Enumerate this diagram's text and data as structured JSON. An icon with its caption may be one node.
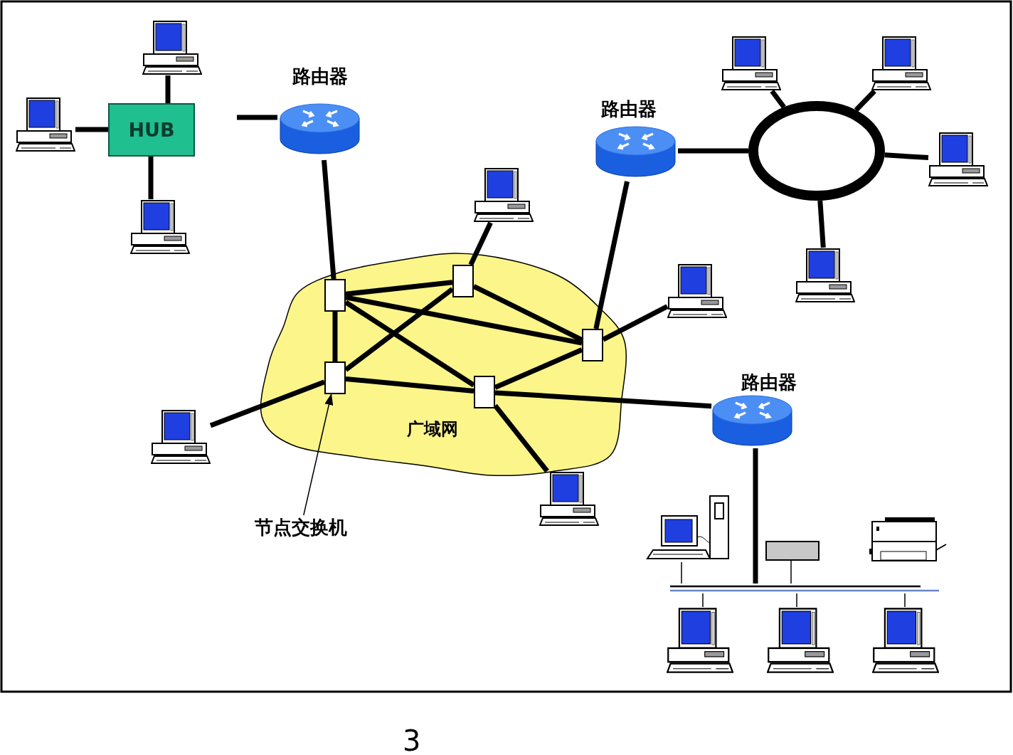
{
  "diagram": {
    "nodes": [
      {
        "text": [],
        "shape": "picture"
      },
      {
        "text": [],
        "shape": "picture"
      },
      {
        "text": [
          "HUB"
        ]
      },
      {
        "text": [],
        "shape": "picture"
      },
      {
        "text": [
          "路由器"
        ]
      },
      {
        "text": [
          "路由器"
        ]
      },
      {
        "text": [],
        "shape": "circle"
      },
      {
        "text": [],
        "shape": "picture"
      },
      {
        "text": [],
        "shape": "picture"
      },
      {
        "text": [],
        "shape": "picture"
      },
      {
        "text": [],
        "shape": "picture"
      },
      {
        "text": [],
        "shape": "picture"
      },
      {
        "text": [
          "广域网"
        ]
      },
      {
        "text": [],
        "shape": "box",
        "in": 12
      },
      {
        "text": [],
        "shape": "box",
        "in": 12
      },
      {
        "text": [],
        "shape": "box",
        "in": 12
      },
      {
        "text": [],
        "shape": "box",
        "in": 12
      },
      {
        "text": [],
        "shape": "box",
        "in": 12
      },
      {
        "text": [],
        "shape": "picture"
      },
      {
        "text": [],
        "shape": "picture"
      },
      {
        "text": [
          "路由器"
        ]
      },
      {
        "text": [],
        "shape": "picture"
      },
      {
        "text": [
          "节点交换机"
        ]
      },
      {
        "text": [],
        "shape": "picture"
      },
      {
        "text": [],
        "shape": "box"
      },
      {
        "text": [],
        "shape": "picture"
      },
      {
        "text": [],
        "shape": "bar"
      },
      {
        "text": [],
        "shape": "picture"
      },
      {
        "text": [],
        "shape": "picture"
      },
      {
        "text": [],
        "shape": "picture"
      }
    ],
    "edges": [
      {
        "from": 0,
        "to": 2,
        "arrow": "none"
      },
      {
        "from": 1,
        "to": 2,
        "arrow": "none"
      },
      {
        "from": 2,
        "to": 3,
        "arrow": "none"
      },
      {
        "from": null,
        "to": 4,
        "arrow": "none"
      },
      {
        "from": 4,
        "to": 13,
        "arrow": "none"
      },
      {
        "from": 5,
        "to": 6,
        "arrow": "none"
      },
      {
        "from": 6,
        "to": 7,
        "arrow": "none"
      },
      {
        "from": 6,
        "to": 8,
        "arrow": "none"
      },
      {
        "from": 6,
        "to": 9,
        "arrow": "none"
      },
      {
        "from": 6,
        "to": 10,
        "arrow": "none"
      },
      {
        "from": 5,
        "to": 15,
        "arrow": "none"
      },
      {
        "from": 13,
        "to": 14,
        "arrow": "none"
      },
      {
        "from": 13,
        "to": 16,
        "arrow": "none"
      },
      {
        "from": 13,
        "to": 15,
        "arrow": "none"
      },
      {
        "from": 13,
        "to": 17,
        "arrow": "none"
      },
      {
        "from": 14,
        "to": 16,
        "arrow": "none"
      },
      {
        "from": 14,
        "to": 15,
        "arrow": "none"
      },
      {
        "from": 14,
        "to": 11,
        "arrow": "none"
      },
      {
        "from": 16,
        "to": 17,
        "arrow": "none"
      },
      {
        "from": 17,
        "to": 15,
        "arrow": "none"
      },
      {
        "from": 16,
        "to": 19,
        "arrow": "none"
      },
      {
        "from": 15,
        "to": 18,
        "arrow": "none"
      },
      {
        "from": 17,
        "to": 20,
        "arrow": "none"
      },
      {
        "from": 17,
        "to": 21,
        "arrow": "none"
      },
      {
        "from": 20,
        "to": 26,
        "arrow": "none"
      },
      {
        "from": 26,
        "to": 23,
        "arrow": "none"
      },
      {
        "from": 26,
        "to": 24,
        "arrow": "none"
      },
      {
        "from": 26,
        "to": 27,
        "arrow": "none"
      },
      {
        "from": 26,
        "to": 28,
        "arrow": "none"
      },
      {
        "from": 26,
        "to": 29,
        "arrow": "none"
      },
      {
        "from": 22,
        "to": 16,
        "arrow": "to"
      }
    ],
    "labels": [
      "3"
    ]
  }
}
